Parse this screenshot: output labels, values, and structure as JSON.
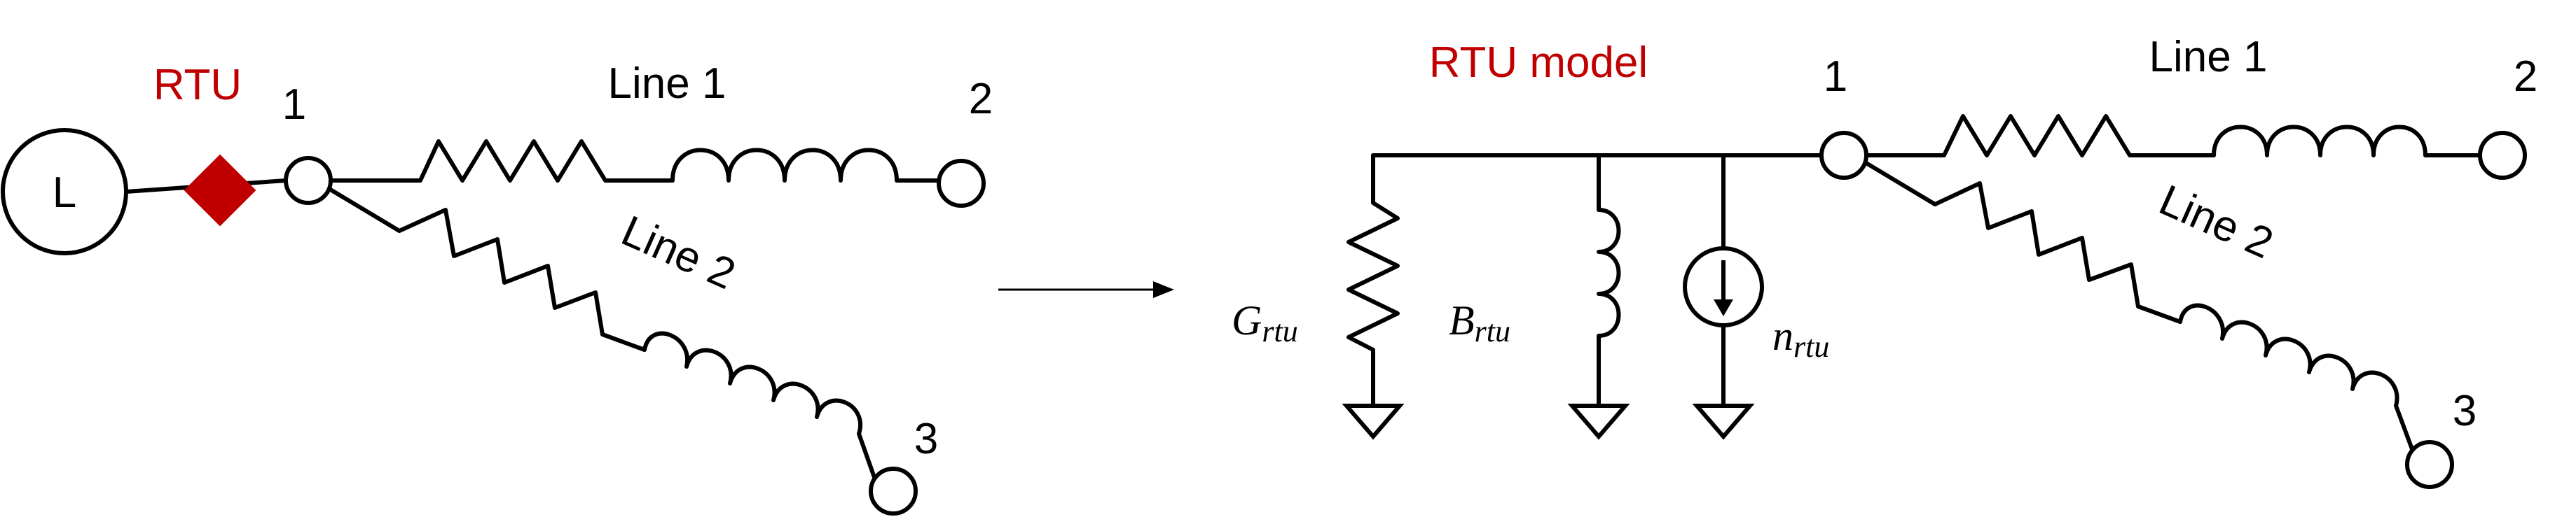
{
  "left": {
    "load_label": "L",
    "rtu_label": "RTU",
    "bus1": "1",
    "bus2": "2",
    "bus3": "3",
    "line1": "Line 1",
    "line2": "Line 2"
  },
  "right": {
    "rtu_model_label": "RTU model",
    "bus1": "1",
    "bus2": "2",
    "bus3": "3",
    "line1": "Line 1",
    "line2": "Line 2",
    "g_main": "G",
    "g_sub": "rtu",
    "b_main": "B",
    "b_sub": "rtu",
    "n_main": "n",
    "n_sub": "rtu"
  },
  "colors": {
    "rtu": "#c00000",
    "wire": "#000000"
  }
}
